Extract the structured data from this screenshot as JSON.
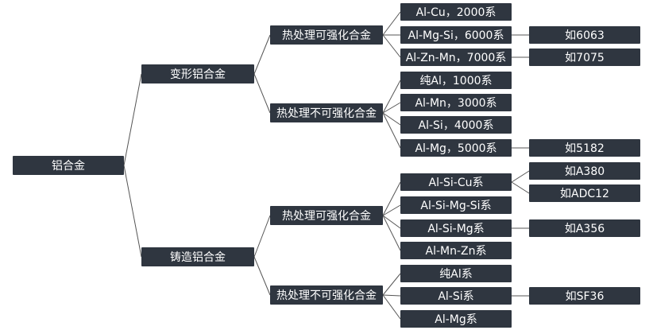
{
  "root": {
    "label": "铝合金"
  },
  "level1": [
    {
      "label": "变形铝合金"
    },
    {
      "label": "铸造铝合金"
    }
  ],
  "level2": [
    {
      "label": "热处理可强化合金"
    },
    {
      "label": "热处理不可强化合金"
    },
    {
      "label": "热处理可强化合金"
    },
    {
      "label": "热处理不可强化合金"
    }
  ],
  "level3": [
    {
      "label": "Al-Cu，2000系"
    },
    {
      "label": "Al-Mg-Si，6000系"
    },
    {
      "label": "Al-Zn-Mn，7000系"
    },
    {
      "label": "纯Al，1000系"
    },
    {
      "label": "Al-Mn，3000系"
    },
    {
      "label": "Al-Si，4000系"
    },
    {
      "label": "Al-Mg，5000系"
    },
    {
      "label": "Al-Si-Cu系"
    },
    {
      "label": "Al-Si-Mg-Si系"
    },
    {
      "label": "Al-Si-Mg系"
    },
    {
      "label": "Al-Mn-Zn系"
    },
    {
      "label": "纯Al系"
    },
    {
      "label": "Al-Si系"
    },
    {
      "label": "Al-Mg系"
    }
  ],
  "level4": [
    {
      "label": "如6063"
    },
    {
      "label": "如7075"
    },
    {
      "label": "如5182"
    },
    {
      "label": "如A380"
    },
    {
      "label": "如ADC12"
    },
    {
      "label": "如A356"
    },
    {
      "label": "如SF36"
    }
  ],
  "colors": {
    "node_bg": "#2f3640",
    "node_text": "#ffffff",
    "connector": "#555555"
  }
}
